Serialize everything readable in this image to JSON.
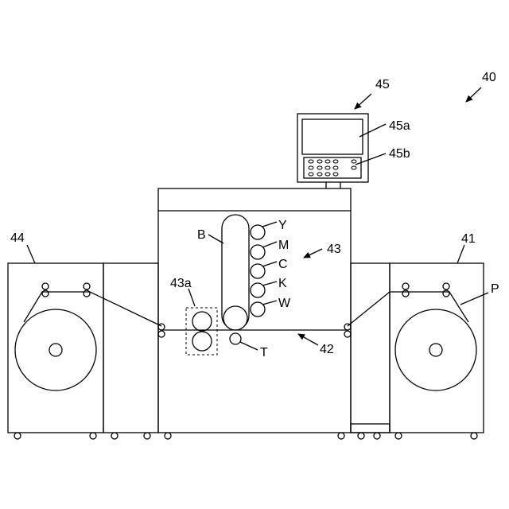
{
  "labels": {
    "system": "40",
    "operation_unit": "45",
    "display": "45a",
    "keypad": "45b",
    "unwinder": "41",
    "sheet": "P",
    "printer": "43",
    "belt": "B",
    "yellow": "Y",
    "magenta": "M",
    "cyan": "C",
    "black": "K",
    "white": "W",
    "fixing": "43a",
    "transfer": "T",
    "path": "42",
    "rewinder": "44"
  }
}
